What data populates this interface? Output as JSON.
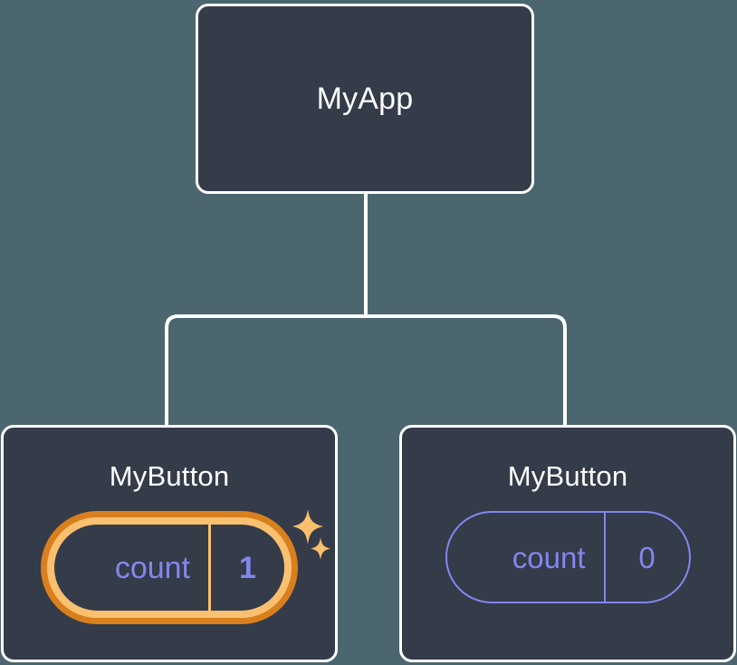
{
  "diagram": {
    "type": "component-tree",
    "title_present": false,
    "background_color": "#4c6670",
    "node_fill": "#343b49",
    "node_border": "#ffffff",
    "connector_color": "#ffffff",
    "accent_state_color": "#8287ee",
    "highlight_outer_color": "#d97f1e",
    "highlight_inner_color": "#f9c070",
    "sparkle_color": "#fbbf6b"
  },
  "root": {
    "label": "MyApp"
  },
  "children": [
    {
      "label": "MyButton",
      "state": {
        "key": "count",
        "value": "1"
      },
      "highlighted": true,
      "sparkle_count": 2
    },
    {
      "label": "MyButton",
      "state": {
        "key": "count",
        "value": "0"
      },
      "highlighted": false,
      "sparkle_count": 0
    }
  ]
}
